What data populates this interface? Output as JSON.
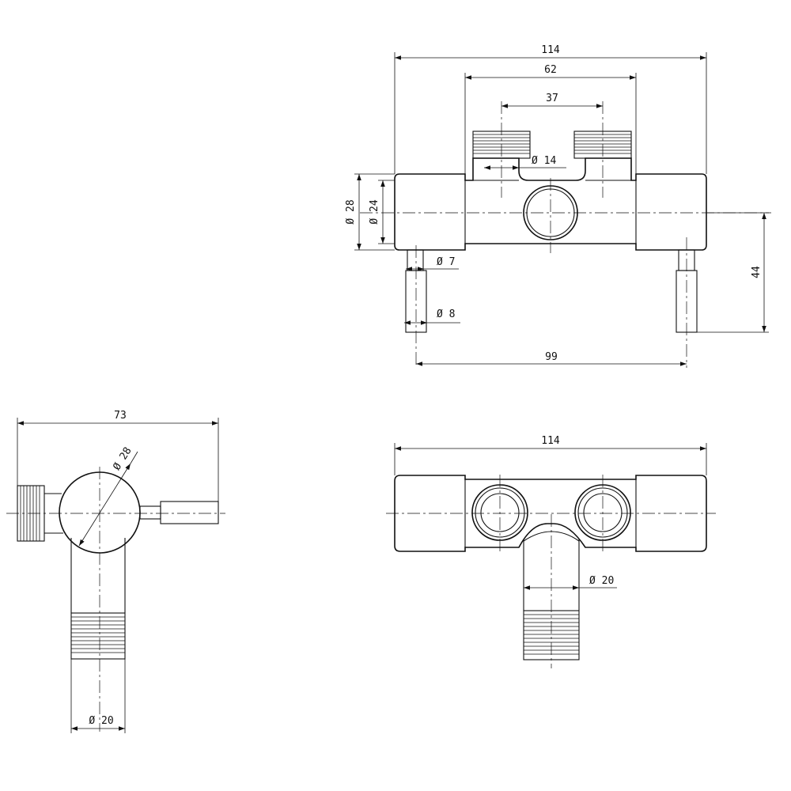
{
  "dimensions": {
    "top_width": "114",
    "top_inner": "62",
    "top_outlet_spacing": "37",
    "top_outlet_dia": "Ø 14",
    "top_body_dia_outer": "Ø 28",
    "top_body_dia_inner": "Ø 24",
    "top_pin_dia_small": "Ø 7",
    "top_pin_dia_large": "Ø 8",
    "top_pin_spacing": "99",
    "top_pin_height": "44",
    "side_width": "73",
    "side_circle_dia": "Ø 28",
    "side_bottom_dia": "Ø 20",
    "bottom_width": "114",
    "bottom_outlet_dia": "Ø 20"
  }
}
